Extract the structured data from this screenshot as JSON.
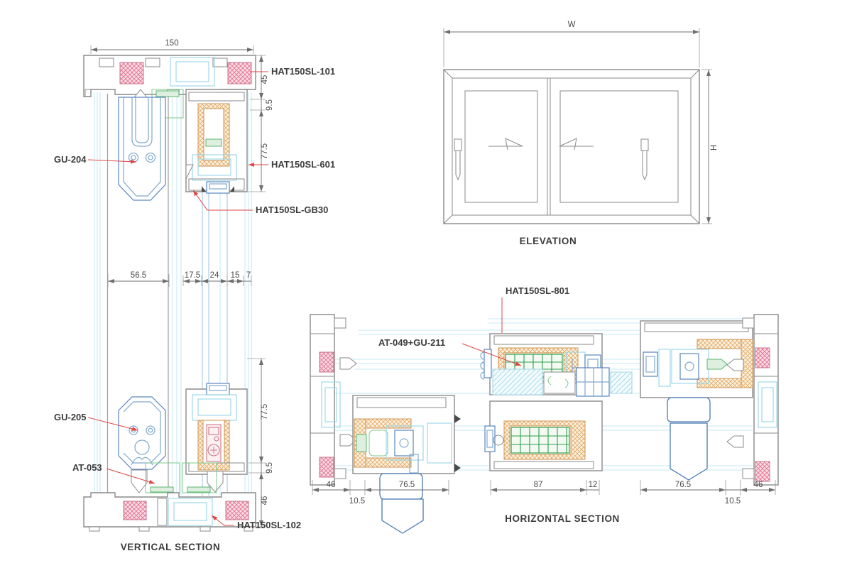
{
  "document": {
    "type": "aluminum sliding window shop drawing",
    "series": "HAT150SL"
  },
  "colors": {
    "background": "#ffffff",
    "profile_outline": "#8a8a8a",
    "leader_red": "#e04545",
    "gasket_pink": "#e0718f",
    "thermal_break_orange": "#e3aa66",
    "seal_green": "#2f9e4f",
    "hardware_blue": "#4a7ab5",
    "glazing_cyan": "#9fd8e8",
    "label_text": "#3c3c3c",
    "dim_text": "#4a4a4a"
  },
  "vs": {
    "title": "VERTICAL SECTION",
    "labels": {
      "hat101": "HAT150SL-101",
      "gu204": "GU-204",
      "hat601": "HAT150SL-601",
      "gb30": "HAT150SL-GB30",
      "gu205": "GU-205",
      "at053": "AT-053",
      "hat102": "HAT150SL-102"
    },
    "dims": {
      "total": "150",
      "d45": "45",
      "d95top": "9.5",
      "d775top": "77.5",
      "d565": "56.5",
      "d175": "17.5",
      "d24": "24",
      "d15": "15",
      "d7": "7",
      "d775bot": "77.5",
      "d95bot": "9.5",
      "d46": "46"
    }
  },
  "el": {
    "title": "ELEVATION",
    "w": "W",
    "h": "H"
  },
  "hs": {
    "title": "HORIZONTAL SECTION",
    "labels": {
      "hat801": "HAT150SL-801",
      "at049": "AT-049+GU-211"
    },
    "dims": {
      "l46": "46",
      "l105": "10.5",
      "l765": "76.5",
      "m87": "87",
      "m12": "12",
      "r765": "76.5",
      "r105": "10.5",
      "r46": "46"
    }
  }
}
